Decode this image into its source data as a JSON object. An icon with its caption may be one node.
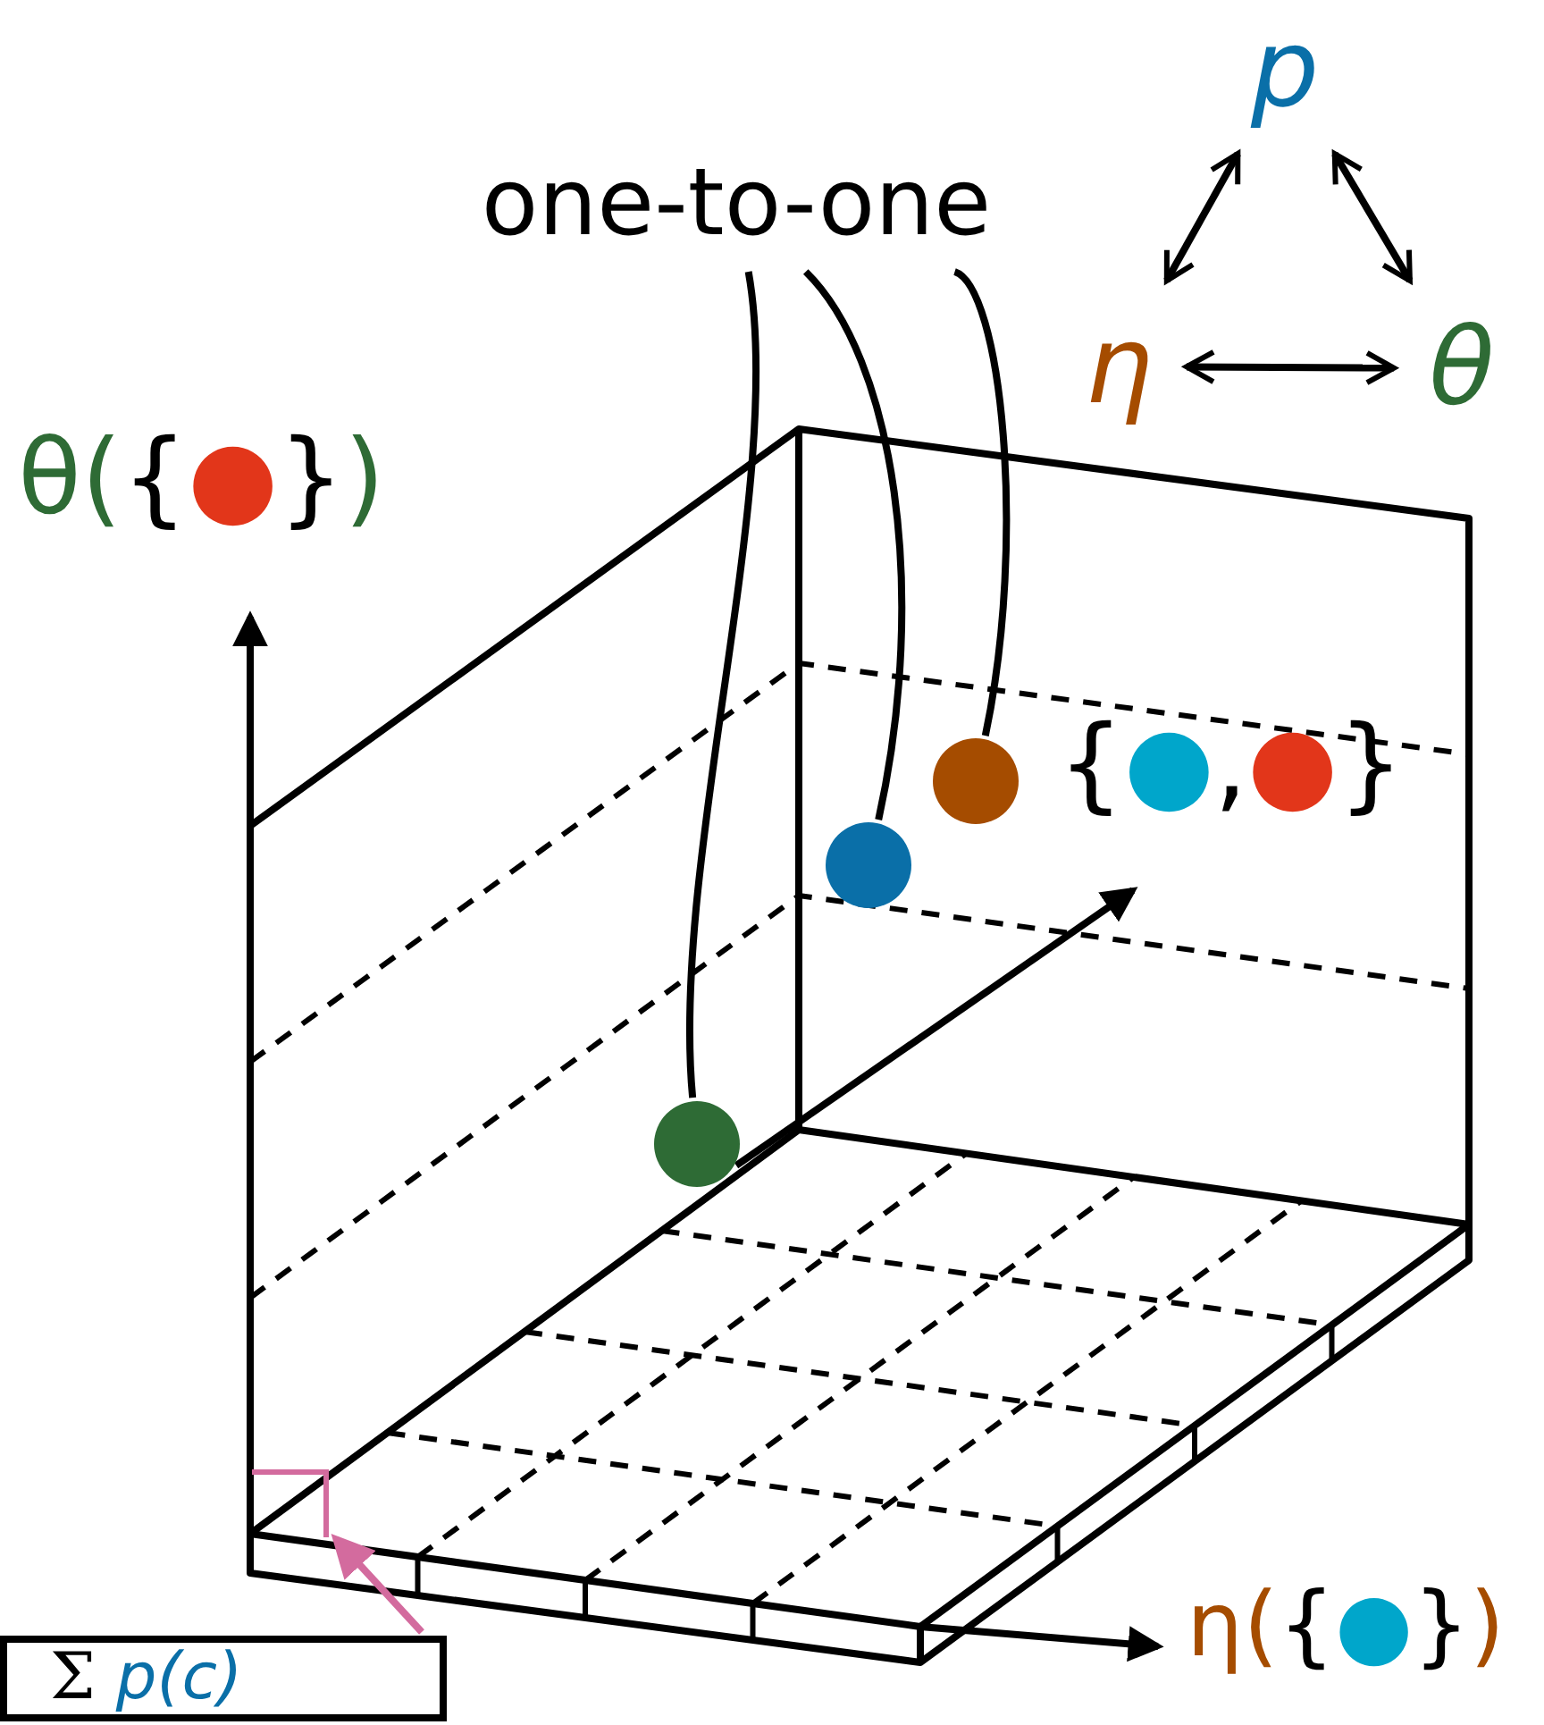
{
  "diagram": {
    "nodes": [
      {
        "text": [
          "one-to-one"
        ]
      },
      {
        "text": [],
        "shape": "circle"
      },
      {
        "text": [],
        "shape": "circle"
      },
      {
        "text": [],
        "shape": "circle"
      },
      {
        "text": [
          "p"
        ]
      },
      {
        "text": [
          "η"
        ]
      },
      {
        "text": [
          "θ"
        ]
      },
      {
        "text": [
          "Σ p(c)"
        ]
      },
      {
        "text": [],
        "shape": "box"
      }
    ],
    "edges": [
      {
        "from": 0,
        "to": 1,
        "arrow": "none"
      },
      {
        "from": 0,
        "to": 2,
        "arrow": "none"
      },
      {
        "from": 0,
        "to": 3,
        "arrow": "none"
      },
      {
        "from": 4,
        "to": 5,
        "arrow": "both"
      },
      {
        "from": 4,
        "to": 6,
        "arrow": "both"
      },
      {
        "from": 5,
        "to": 6,
        "arrow": "both"
      },
      {
        "from": 7,
        "to": 8,
        "arrow": "to",
        "color": "#d36b9e"
      }
    ],
    "labels": [
      "θ({●})",
      "{●,●}",
      "η({●})"
    ]
  }
}
